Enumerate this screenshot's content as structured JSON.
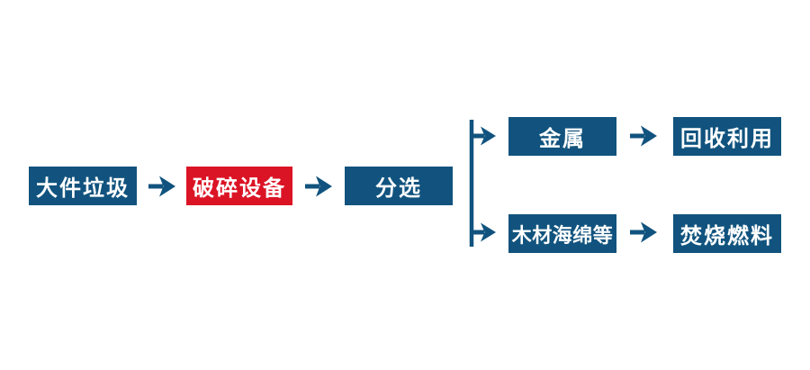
{
  "colors": {
    "node_blue": "#11537E",
    "node_red": "#DB1425",
    "arrow": "#11537E",
    "node_text": "#FFFFFF",
    "background": "#FFFFFF"
  },
  "nodes": {
    "bulky_waste": {
      "label": "大件垃圾"
    },
    "crushing_equipment": {
      "label": "破碎设备"
    },
    "sorting": {
      "label": "分选"
    },
    "metal": {
      "label": "金属"
    },
    "recycling": {
      "label": "回收利用"
    },
    "wood_sponge": {
      "label": "木材海绵等"
    },
    "incineration_fuel": {
      "label": "焚烧燃料"
    }
  }
}
